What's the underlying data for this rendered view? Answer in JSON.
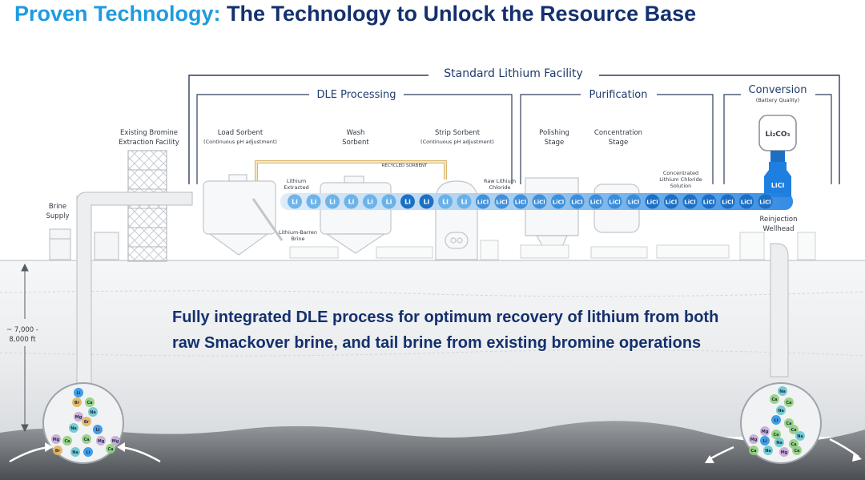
{
  "title": {
    "highlight": "Proven Technology:",
    "main": "The Technology to Unlock the Resource Base"
  },
  "sections": {
    "standard_facility": "Standard Lithium Facility",
    "dle_processing": "DLE Processing",
    "purification": "Purification",
    "conversion": "Conversion",
    "conversion_note": "(Battery Quality)"
  },
  "labels": {
    "bromine_1": "Existing Bromine",
    "bromine_2": "Extraction Facility",
    "load_1": "Load Sorbent",
    "load_2": "(Continuous pH adjustment)",
    "wash_1": "Wash",
    "wash_2": "Sorbent",
    "strip_1": "Strip Sorbent",
    "strip_2": "(Continuous pH adjustment)",
    "polishing_1": "Polishing",
    "polishing_2": "Stage",
    "concentration_1": "Concentration",
    "concentration_2": "Stage",
    "recycled": "RECYCLED SORBENT",
    "lithium_1": "Lithium",
    "lithium_2": "Extracted",
    "raw_1": "Raw Lithium",
    "raw_2": "Chloride",
    "conc_1": "Concentrated",
    "conc_2": "Lithium Chloride",
    "conc_3": "Solution",
    "brine_1": "Brine",
    "brine_2": "Supply",
    "barren_1": "Lithium-Barren",
    "barren_2": "Brine",
    "reinjection_1": "Reinjection",
    "reinjection_2": "Wellhead",
    "depth_1": "~ 7,000 -",
    "depth_2": "8,000 ft",
    "li": "Li",
    "licl": "LiCl",
    "li2co3": "Li₂CO₃"
  },
  "ions": {
    "li": "Li",
    "br": "Br",
    "ca": "Ca",
    "na": "Na",
    "mg": "Mg"
  },
  "callout": {
    "line1": "Fully integrated DLE process for optimum recovery of lithium from both",
    "line2": "raw Smackover brine, and tail brine from existing bromine operations"
  },
  "colors": {
    "title_highlight": "#1e9be0",
    "title_main": "#14306e",
    "lithium_blue": "#1e90e8",
    "licl_navy": "#1d6fc4",
    "header_navy": "#1f3c6e"
  }
}
